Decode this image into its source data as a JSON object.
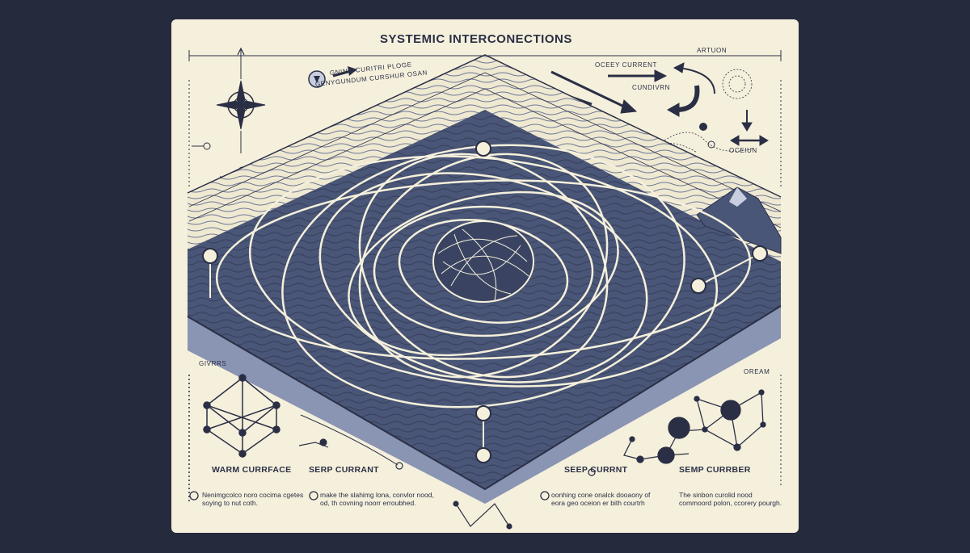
{
  "title": "SYSTEMIC INTERCONECTIONS",
  "top_right_label": "ARTUON",
  "top_left_caption": [
    "GNING CURITRI PLOGE",
    "GENYGUNDUM CURSHUR OSAN"
  ],
  "ocean_current_label": "OCEEY CURRENT",
  "current_label": "CUNDIVRN",
  "ocean_label": "OCEIUN",
  "right_side_label": "OREAM",
  "left_side_label": "GIVRRS",
  "bottom_labels": [
    "WARM CURRFACE",
    "SERP CURRANT",
    "SEEP CURRNT",
    "SEMP CURRBER"
  ],
  "notes": [
    "Nenimgcolco noro cocima cgetes soying to nut coth.",
    "make the slahimg lona, convlor nood, od, th covning noorr erroubhed.",
    "oonhing cone onalck dooaony of eora geo oceion er bith courtrh",
    "The sinbon curolid nood commoord polon, ccorery pourgh."
  ],
  "colors": {
    "background": "#262a3d",
    "paper": "#f5f0dc",
    "ink": "#2b2f45",
    "ocean": "#4a5677",
    "ocean_light": "#8a94b3"
  }
}
